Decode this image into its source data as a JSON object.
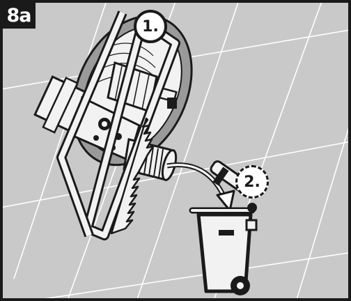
{
  "figure": {
    "label": "8a",
    "steps": [
      {
        "number": "1."
      },
      {
        "number": "2."
      }
    ]
  },
  "colors": {
    "wall": "#c9c9c9",
    "tile_line": "#ffffff",
    "outline": "#1a1a1a",
    "part_light": "#f2f2f2",
    "part_gray": "#9a9a9a",
    "label_bg": "#1a1a1a",
    "label_text": "#ffffff"
  },
  "icons": [
    "hacksaw-icon",
    "valve-cartridge-icon",
    "waste-bin-icon",
    "cut-piece-icon",
    "arrow-icon"
  ]
}
